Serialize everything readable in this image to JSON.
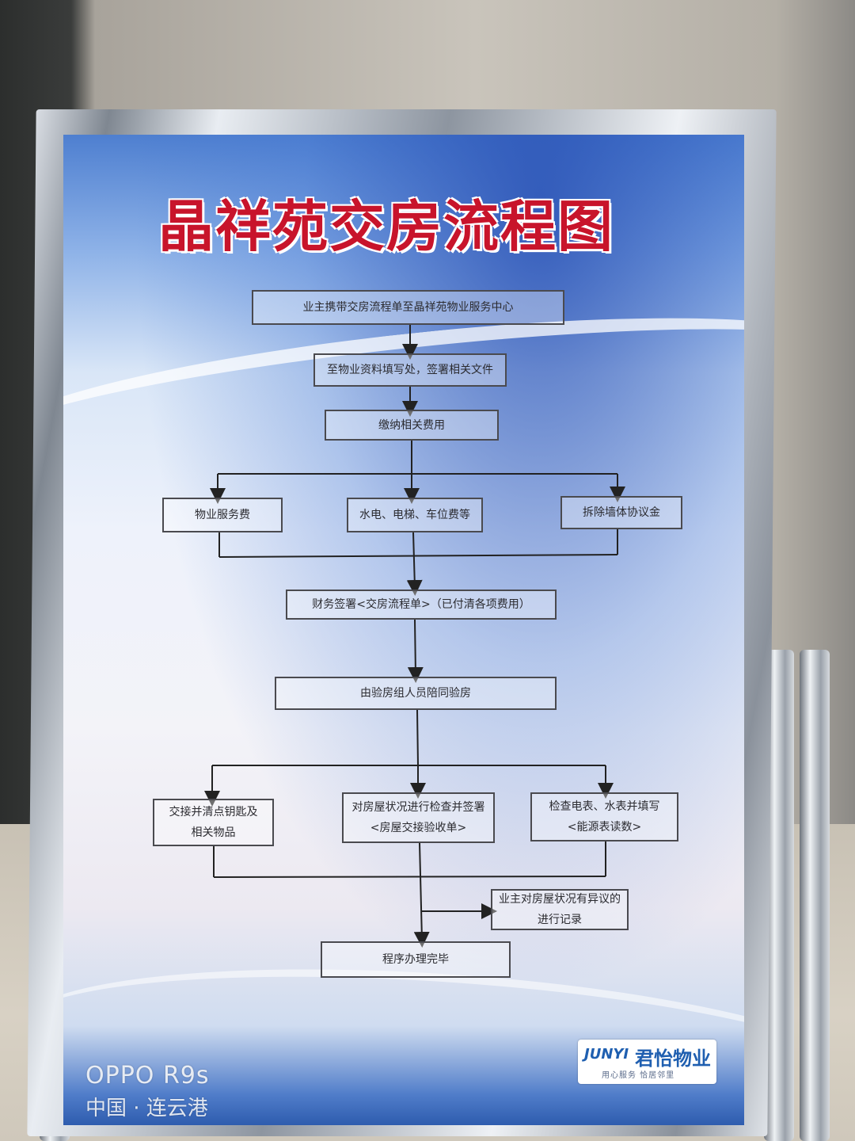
{
  "poster": {
    "title": "晶祥苑交房流程图",
    "steps": {
      "step1": "业主携带交房流程单至晶祥苑物业服务中心",
      "step2": "至物业资料填写处，签署相关文件",
      "step3": "缴纳相关费用",
      "fee1": "物业服务费",
      "fee2": "水电、电梯、车位费等",
      "fee3": "拆除墙体协议金",
      "step4": "财务签署<交房流程单>（已付清各项费用）",
      "step5": "由验房组人员陪同验房",
      "check1_line1": "交接并清点钥匙及",
      "check1_line2": "相关物品",
      "check2_line1": "对房屋状况进行检查并签署",
      "check2_line2": "<房屋交接验收单>",
      "check3_line1": "检查电表、水表并填写",
      "check3_line2": "<能源表读数>",
      "objection_line1": "业主对房屋状况有异议的",
      "objection_line2": "进行记录",
      "final": "程序办理完毕"
    },
    "logo": {
      "en": "JUNYI",
      "cn": "君怡物业",
      "slogan": "用心服务 恰居邻里"
    },
    "colors": {
      "title": "#c8142b",
      "poster_top": "#4e7fd0",
      "poster_bottom": "#2e5cae",
      "logo": "#1f5fb0"
    }
  },
  "watermark": {
    "device": "OPPO R9s",
    "location": "中国 · 连云港"
  }
}
